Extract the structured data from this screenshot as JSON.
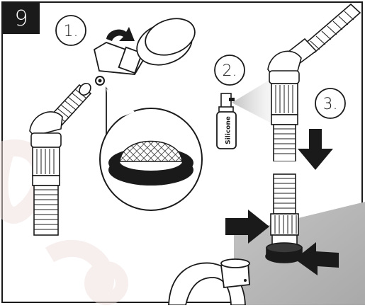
{
  "step_number": "9",
  "steps": [
    {
      "label": "1."
    },
    {
      "label": "2."
    },
    {
      "label": "3."
    }
  ],
  "bottle": {
    "text": "Silicone"
  },
  "icons": [
    "hand-shower-head-icon",
    "rotate-arrow-icon",
    "filter-screen-icon",
    "silicone-spray-icon",
    "down-arrow-icon",
    "press-arrow-icon",
    "flexible-hose-icon",
    "faucet-spout-icon"
  ],
  "colors": {
    "line": "#1a1a1a",
    "badge": "#1a1a1a",
    "counter": "#b8b8b8",
    "watermark": "#f3e4e4"
  }
}
